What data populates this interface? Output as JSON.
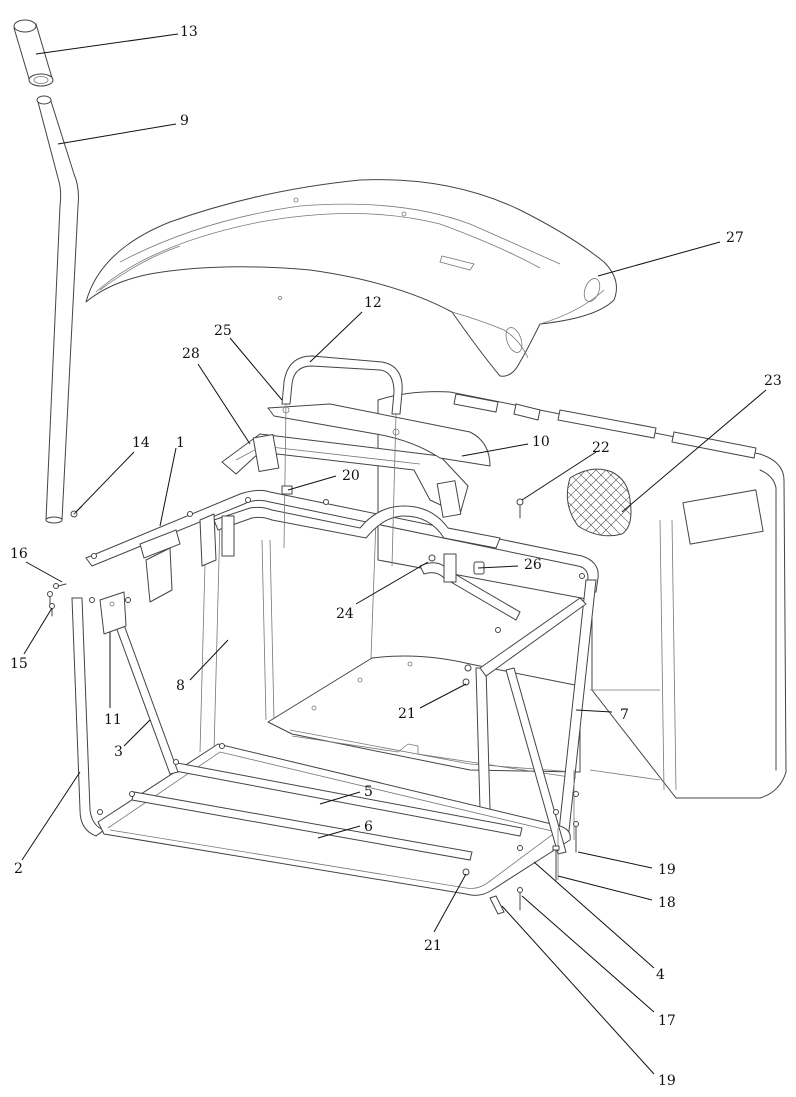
{
  "callouts": [
    {
      "id": "13",
      "label": "13"
    },
    {
      "id": "9",
      "label": "9"
    },
    {
      "id": "27",
      "label": "27"
    },
    {
      "id": "12",
      "label": "12"
    },
    {
      "id": "25",
      "label": "25"
    },
    {
      "id": "28",
      "label": "28"
    },
    {
      "id": "23",
      "label": "23"
    },
    {
      "id": "14",
      "label": "14"
    },
    {
      "id": "1",
      "label": "1"
    },
    {
      "id": "10",
      "label": "10"
    },
    {
      "id": "22",
      "label": "22"
    },
    {
      "id": "20",
      "label": "20"
    },
    {
      "id": "16",
      "label": "16"
    },
    {
      "id": "26",
      "label": "26"
    },
    {
      "id": "24",
      "label": "24"
    },
    {
      "id": "15",
      "label": "15"
    },
    {
      "id": "8",
      "label": "8"
    },
    {
      "id": "11",
      "label": "11"
    },
    {
      "id": "21a",
      "label": "21"
    },
    {
      "id": "7",
      "label": "7"
    },
    {
      "id": "3",
      "label": "3"
    },
    {
      "id": "5",
      "label": "5"
    },
    {
      "id": "6",
      "label": "6"
    },
    {
      "id": "2",
      "label": "2"
    },
    {
      "id": "19a",
      "label": "19"
    },
    {
      "id": "18",
      "label": "18"
    },
    {
      "id": "21b",
      "label": "21"
    },
    {
      "id": "4",
      "label": "4"
    },
    {
      "id": "17",
      "label": "17"
    },
    {
      "id": "19b",
      "label": "19"
    }
  ]
}
